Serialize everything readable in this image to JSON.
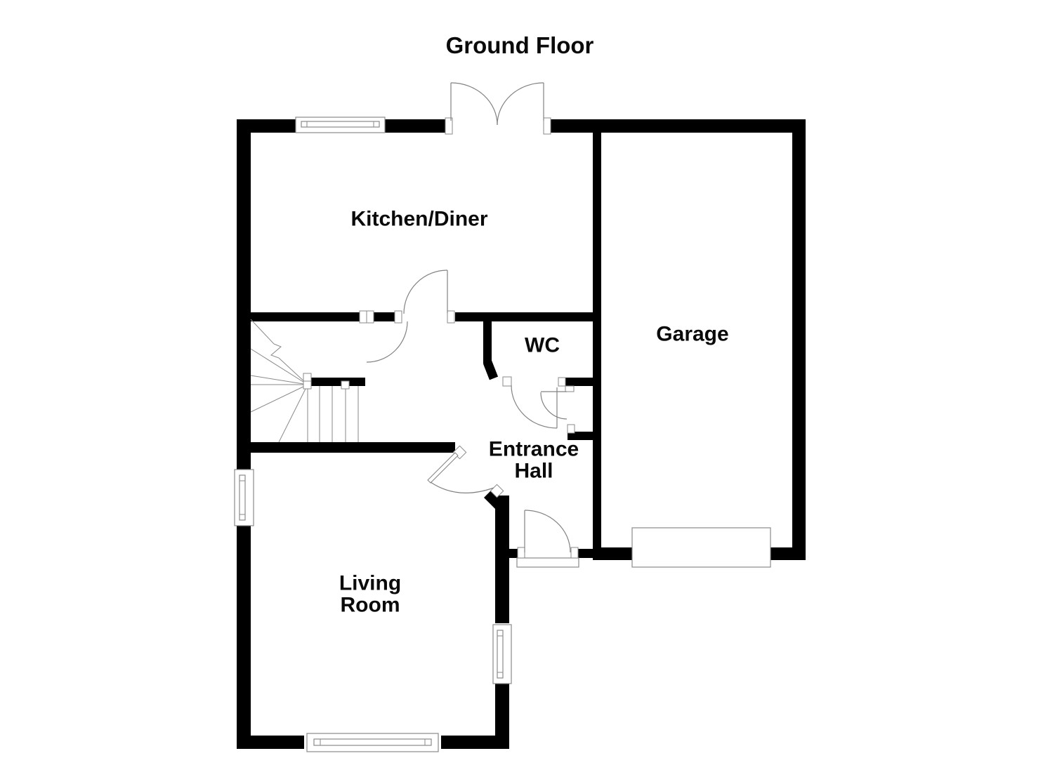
{
  "title": "Ground Floor",
  "rooms": {
    "kitchen_diner": {
      "label": "Kitchen/Diner"
    },
    "garage": {
      "label": "Garage"
    },
    "wc": {
      "label": "WC"
    },
    "entrance_hall": {
      "label": "Entrance\nHall"
    },
    "living_room": {
      "label": "Living\nRoom"
    }
  },
  "colors": {
    "wall": "#000000",
    "symbol_line": "#828282",
    "background": "#ffffff",
    "text": "#0a0a0a"
  }
}
